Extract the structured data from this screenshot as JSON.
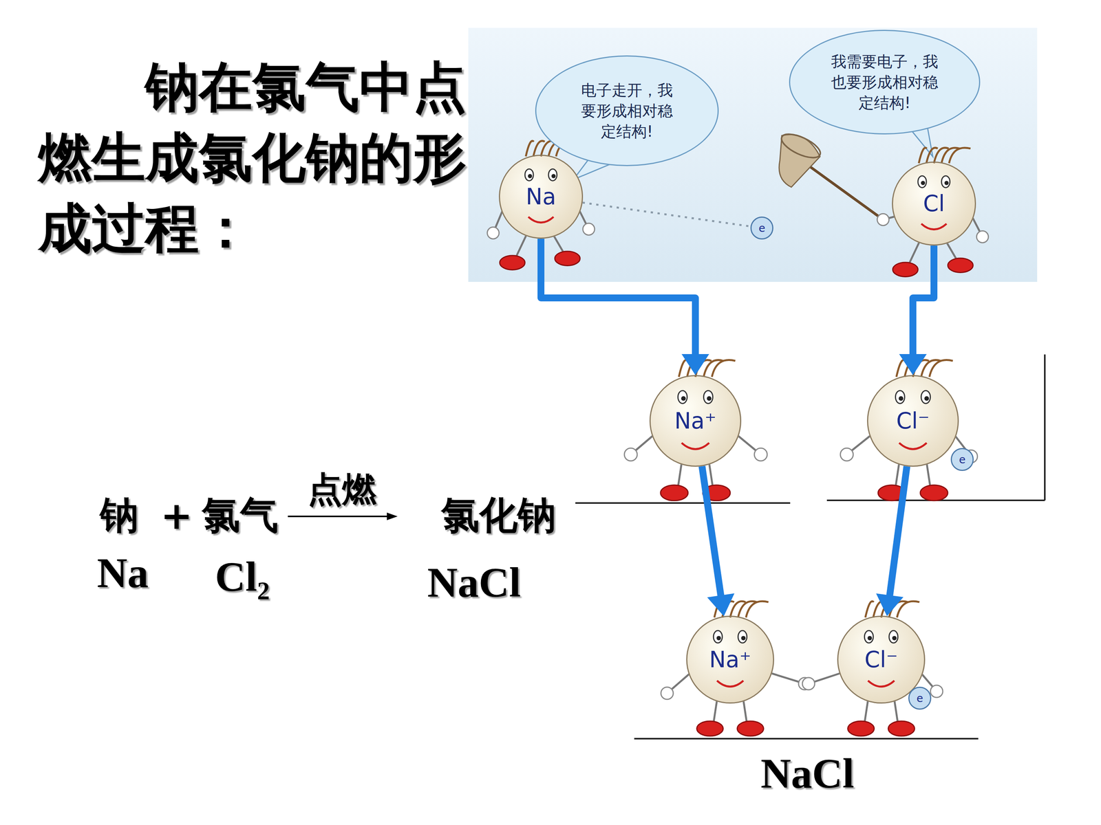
{
  "diagram": {
    "title": "钠在氯气中点燃生成氯化钠的形成过程：",
    "nodes": [
      {
        "text": [
          "电子走开，我要形成相对稳定结构!"
        ]
      },
      {
        "text": [
          "我需要电子，我也要形成相对稳定结构!"
        ]
      },
      {
        "text": [
          "Na"
        ]
      },
      {
        "text": [
          "e"
        ]
      },
      {
        "text": [
          "Cl"
        ]
      },
      {
        "text": [
          "Na⁺"
        ]
      },
      {
        "text": [
          "Cl⁻"
        ]
      },
      {
        "text": [
          "e"
        ]
      },
      {
        "text": [
          "Na⁺"
        ]
      },
      {
        "text": [
          "Cl⁻"
        ]
      },
      {
        "text": [
          "e"
        ]
      }
    ],
    "edges": [
      {
        "from": 2,
        "to": 3,
        "arrow": "none"
      },
      {
        "from": 2,
        "to": 5,
        "arrow": "to"
      },
      {
        "from": 4,
        "to": 6,
        "arrow": "to"
      },
      {
        "from": 5,
        "to": 8,
        "arrow": "to"
      },
      {
        "from": 6,
        "to": 9,
        "arrow": "to"
      }
    ],
    "labels": [
      "钠",
      "+",
      "氯气",
      "点燃",
      "氯化钠",
      "Na",
      "Cl₂",
      "NaCl",
      "NaCl"
    ]
  }
}
